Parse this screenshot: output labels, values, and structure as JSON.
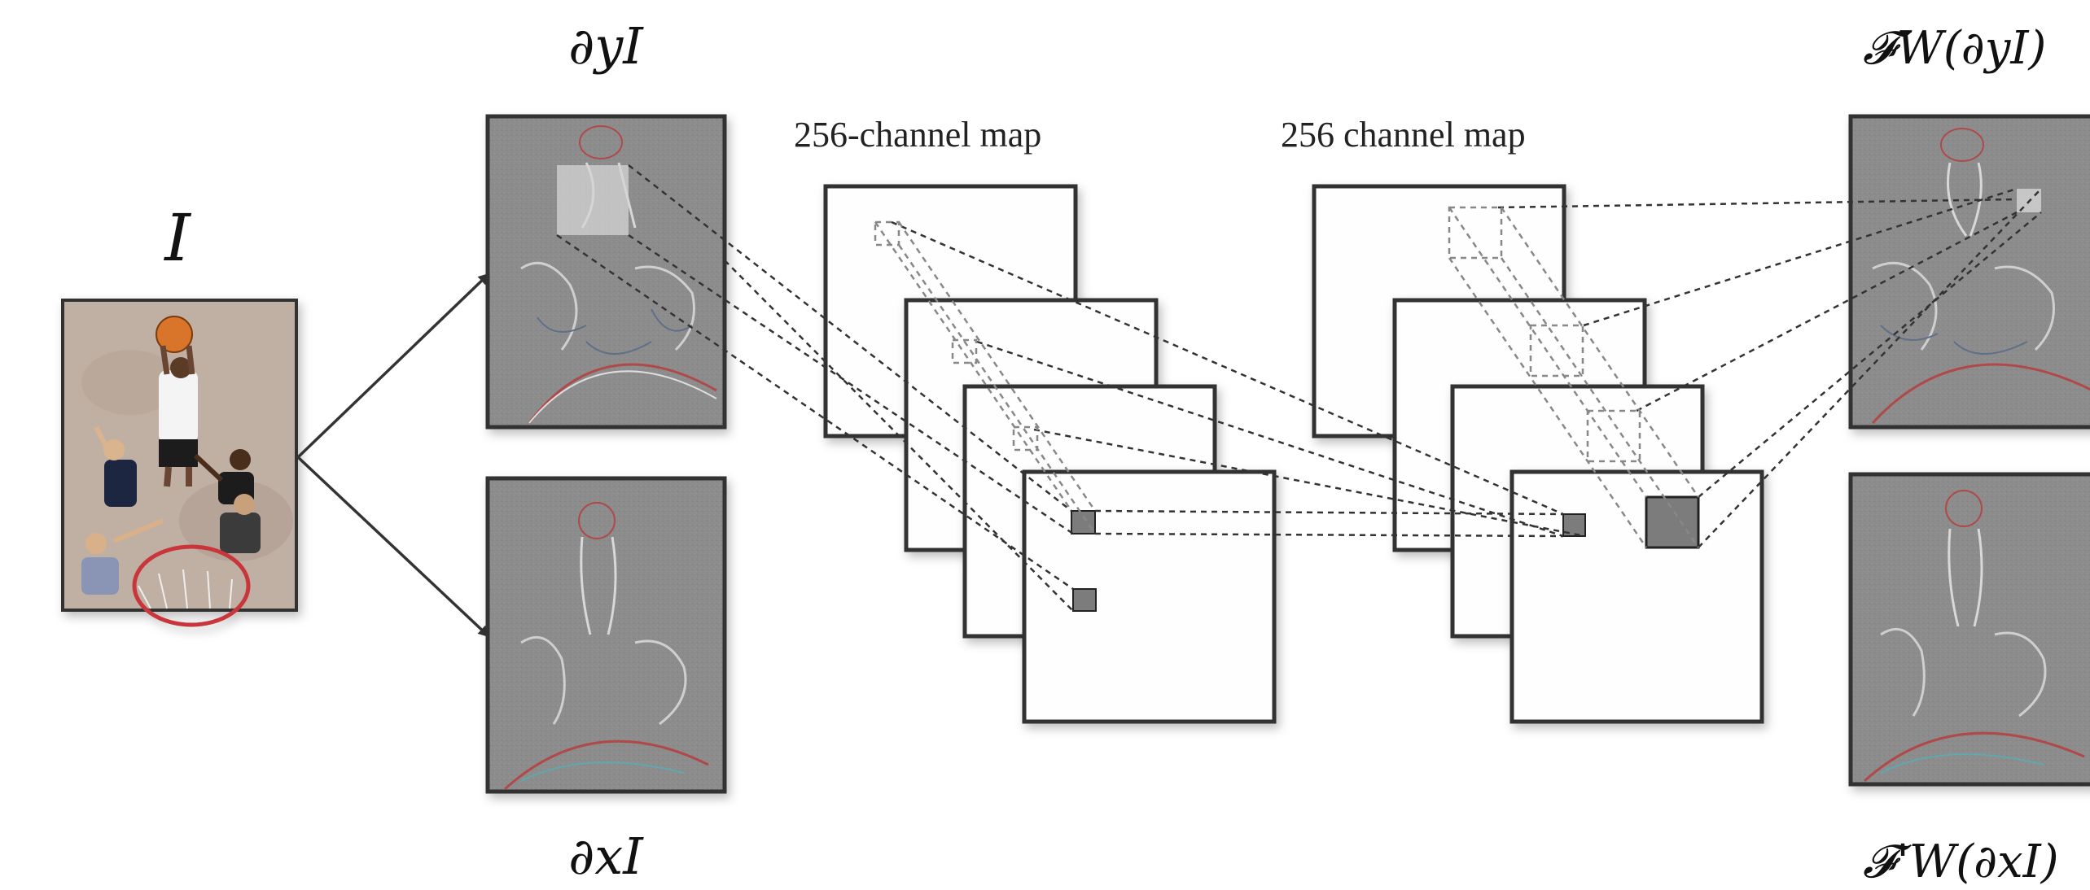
{
  "labels": {
    "input_image": "I",
    "dy_image": "∂yI",
    "dx_image": "∂xI",
    "map1_caption": "256-channel map",
    "map2_caption": "256 channel map",
    "out_top": "𝓕W(∂yI)",
    "out_bottom": "𝓕'W(∂xI)"
  },
  "colors": {
    "frame": "#333333",
    "gradient_gray": "#8a8a8a",
    "patch_fill": "#7c7c7c",
    "dash": "#333333",
    "dash_gray": "#888888",
    "hoop_red": "#c8343b"
  },
  "icons": {
    "arrow": "arrow-right",
    "photo": "basketball-photo"
  }
}
